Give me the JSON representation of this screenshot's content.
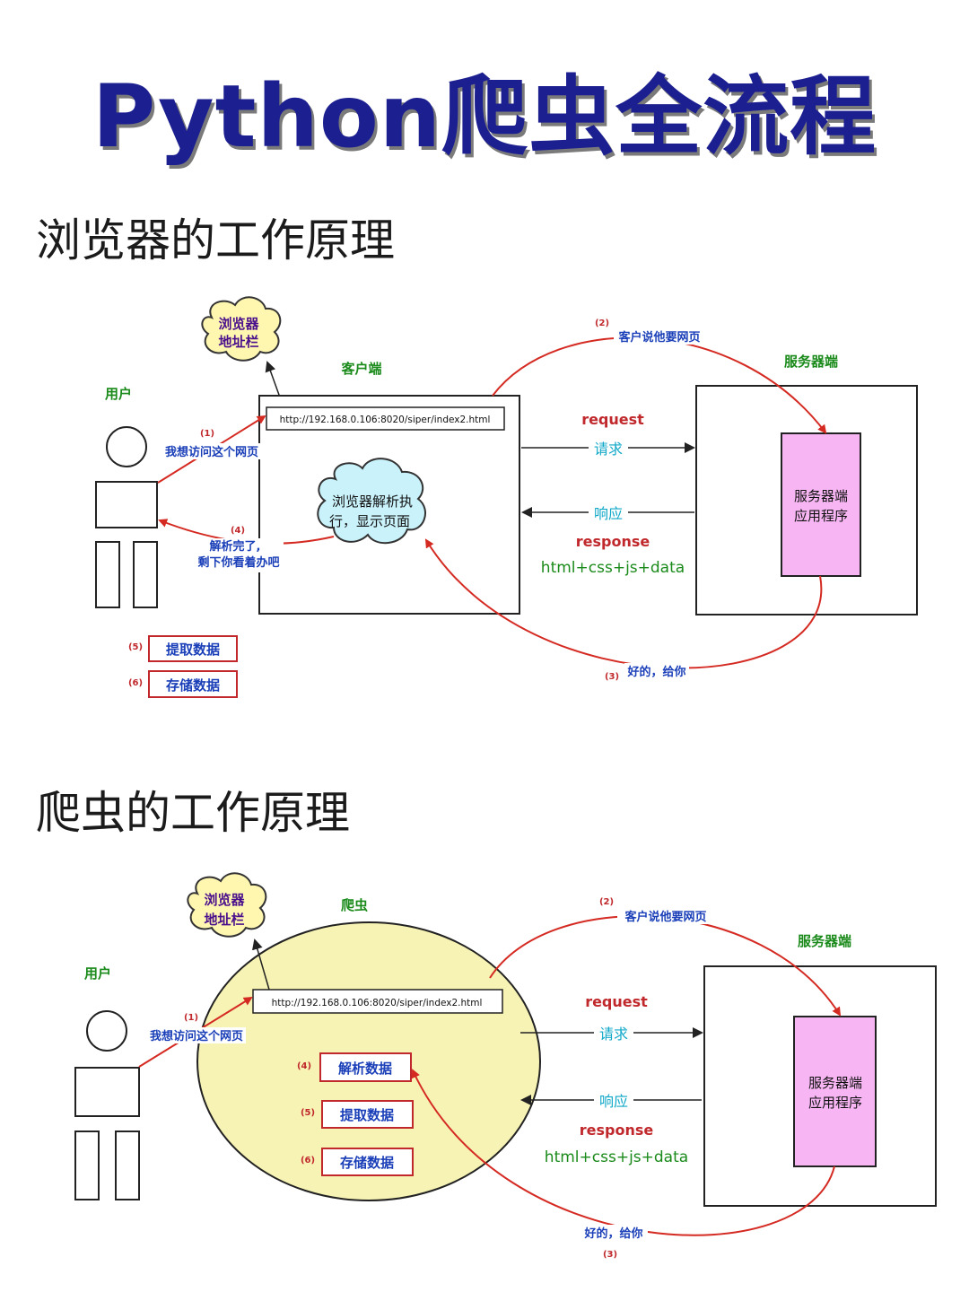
{
  "title": "Python爬虫全流程",
  "browser_section": {
    "heading": "浏览器的工作原理",
    "user_label": "用户",
    "client_label": "客户端",
    "server_label": "服务器端",
    "address_bar_line1": "浏览器",
    "address_bar_line2": "地址栏",
    "url": "http://192.168.0.106:8020/siper/index2.html",
    "step1_num": "(1)",
    "step1_text": "我想访问这个网页",
    "step2_num": "(2)",
    "step2_text": "客户说他要网页",
    "step3_num": "(3)",
    "step3_text": "好的，给你",
    "step4_num": "(4)",
    "step4_line1": "解析完了,",
    "step4_line2": "剩下你看着办吧",
    "parse_cloud_line1": "浏览器解析执",
    "parse_cloud_line2": "行，显示页面",
    "request_en": "request",
    "request_cn": "请求",
    "response_cn": "响应",
    "response_en": "response",
    "payload": "html+css+js+data",
    "server_app_line1": "服务器端",
    "server_app_line2": "应用程序",
    "step5_num": "(5)",
    "step5_text": "提取数据",
    "step6_num": "(6)",
    "step6_text": "存储数据"
  },
  "crawler_section": {
    "heading": "爬虫的工作原理",
    "user_label": "用户",
    "crawler_label": "爬虫",
    "server_label": "服务器端",
    "address_bar_line1": "浏览器",
    "address_bar_line2": "地址栏",
    "url": "http://192.168.0.106:8020/siper/index2.html",
    "step1_num": "(1)",
    "step1_text": "我想访问这个网页",
    "step2_num": "(2)",
    "step2_text": "客户说他要网页",
    "step3_num": "(3)",
    "step3_text": "好的，给你",
    "step4_num": "(4)",
    "step4_text": "解析数据",
    "step5_num": "(5)",
    "step5_text": "提取数据",
    "step6_num": "(6)",
    "step6_text": "存储数据",
    "request_en": "request",
    "request_cn": "请求",
    "response_cn": "响应",
    "response_en": "response",
    "payload": "html+css+js+data",
    "server_app_line1": "服务器端",
    "server_app_line2": "应用程序"
  },
  "colors": {
    "title": "#1c1f8f",
    "label_green": "#1a8a1a",
    "label_blue": "#1a3fb8",
    "label_cyan": "#10a8c8",
    "label_red": "#c0282c",
    "arrow_red": "#d42a22",
    "server_app_fill": "#f7b6f3",
    "cloud_yellow": "#fff6b0",
    "cloud_blue": "#c9f2fb",
    "ellipse_fill": "#f7f3b4"
  }
}
